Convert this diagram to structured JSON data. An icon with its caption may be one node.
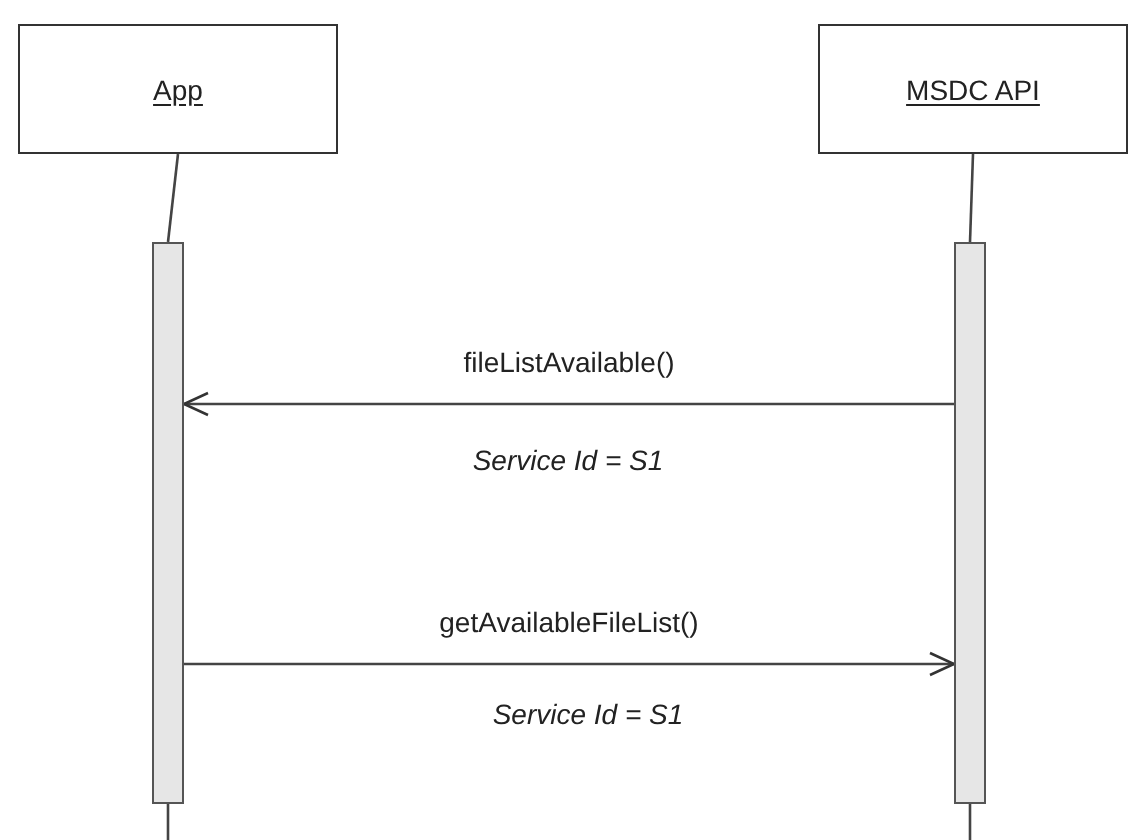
{
  "diagram": {
    "nodes": [
      {
        "text": [
          "App"
        ]
      },
      {
        "text": [
          "MSDC API"
        ]
      },
      {
        "text": [],
        "shape": "bar"
      },
      {
        "text": [],
        "shape": "bar"
      }
    ],
    "edges": [
      {
        "from": 0,
        "to": 2,
        "arrow": "none"
      },
      {
        "from": 1,
        "to": 3,
        "arrow": "none"
      },
      {
        "from": 3,
        "to": 2,
        "arrow": "to",
        "label": "fileListAvailable()"
      },
      {
        "from": 2,
        "to": 3,
        "arrow": "to",
        "label": "getAvailableFileList()"
      },
      {
        "from": 2,
        "to": null,
        "arrow": "none"
      },
      {
        "from": 3,
        "to": null,
        "arrow": "none"
      }
    ],
    "labels": [
      "Service Id = S1",
      "Service Id = S1"
    ]
  }
}
